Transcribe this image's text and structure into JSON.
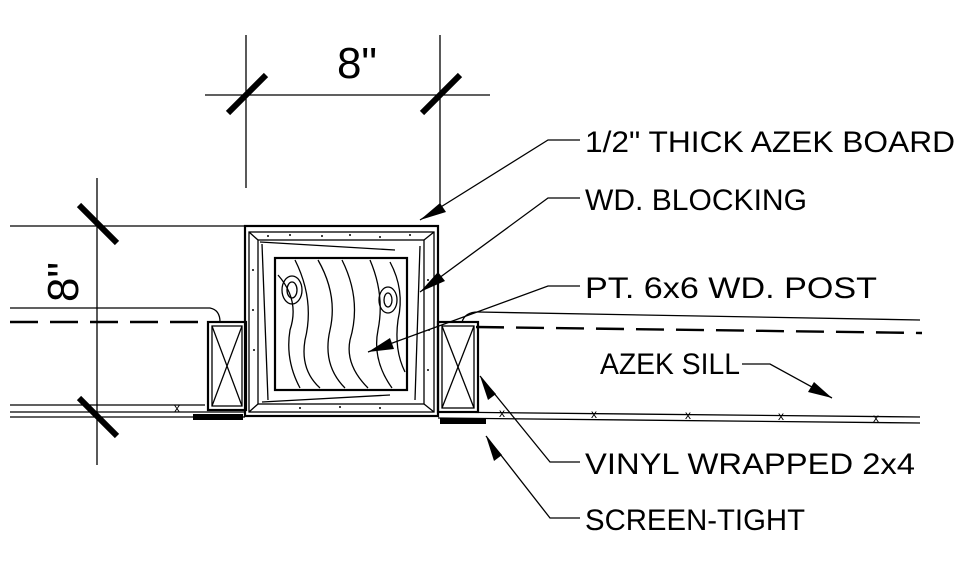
{
  "dimensions": {
    "horizontal": "8\"",
    "vertical": "8\""
  },
  "labels": {
    "azek_board": "1/2\" THICK AZEK BOARD",
    "wd_blocking": "WD. BLOCKING",
    "post": "PT. 6x6 WD. POST",
    "azek_sill": "AZEK SILL",
    "vinyl_wrapped": "VINYL  WRAPPED 2x4",
    "screen_tight": "SCREEN-TIGHT"
  }
}
